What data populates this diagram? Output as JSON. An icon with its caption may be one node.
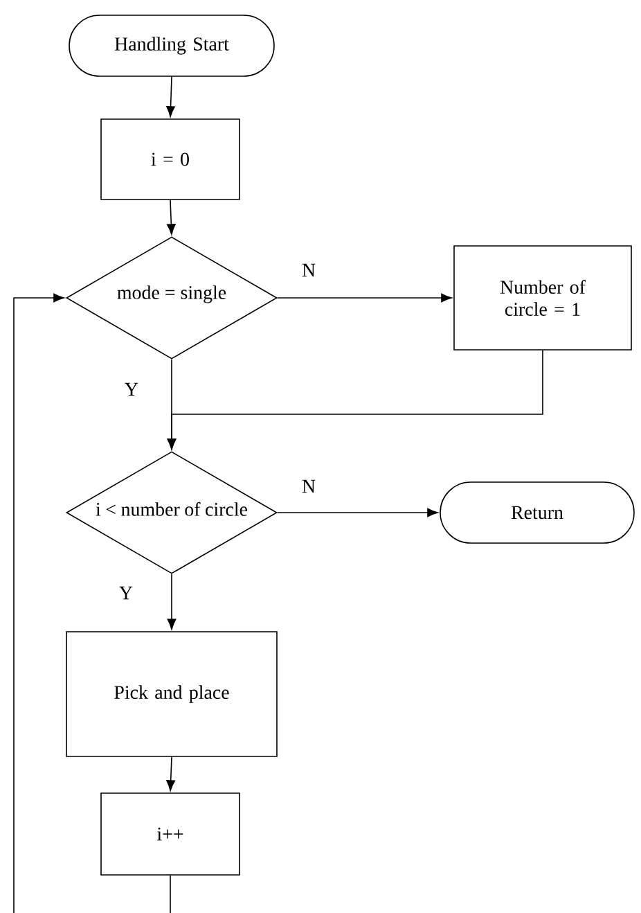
{
  "diagram": {
    "nodes": [
      {
        "text": [
          "Handling Start"
        ]
      },
      {
        "text": [
          "i = 0"
        ]
      },
      {
        "text": [
          "mode = single"
        ]
      },
      {
        "text": [
          "Number of circle = 1"
        ]
      },
      {
        "text": [
          "i < number of circle"
        ]
      },
      {
        "text": [
          "Return"
        ]
      },
      {
        "text": [
          "Pick and place"
        ]
      },
      {
        "text": [
          "i++"
        ]
      }
    ],
    "edges": [
      {
        "from": 0,
        "to": 1,
        "arrow": "to"
      },
      {
        "from": 1,
        "to": 2,
        "arrow": "to"
      },
      {
        "from": 2,
        "to": 3,
        "arrow": "to",
        "label": "N"
      },
      {
        "from": 2,
        "to": 4,
        "arrow": "to",
        "label": "Y"
      },
      {
        "from": 3,
        "to": 4,
        "arrow": "to"
      },
      {
        "from": 4,
        "to": 5,
        "arrow": "to",
        "label": "N"
      },
      {
        "from": 4,
        "to": 6,
        "arrow": "to",
        "label": "Y"
      },
      {
        "from": 6,
        "to": 7,
        "arrow": "to"
      },
      {
        "from": 7,
        "to": null,
        "arrow": "none"
      },
      {
        "from": null,
        "to": 2,
        "arrow": "to"
      }
    ]
  }
}
